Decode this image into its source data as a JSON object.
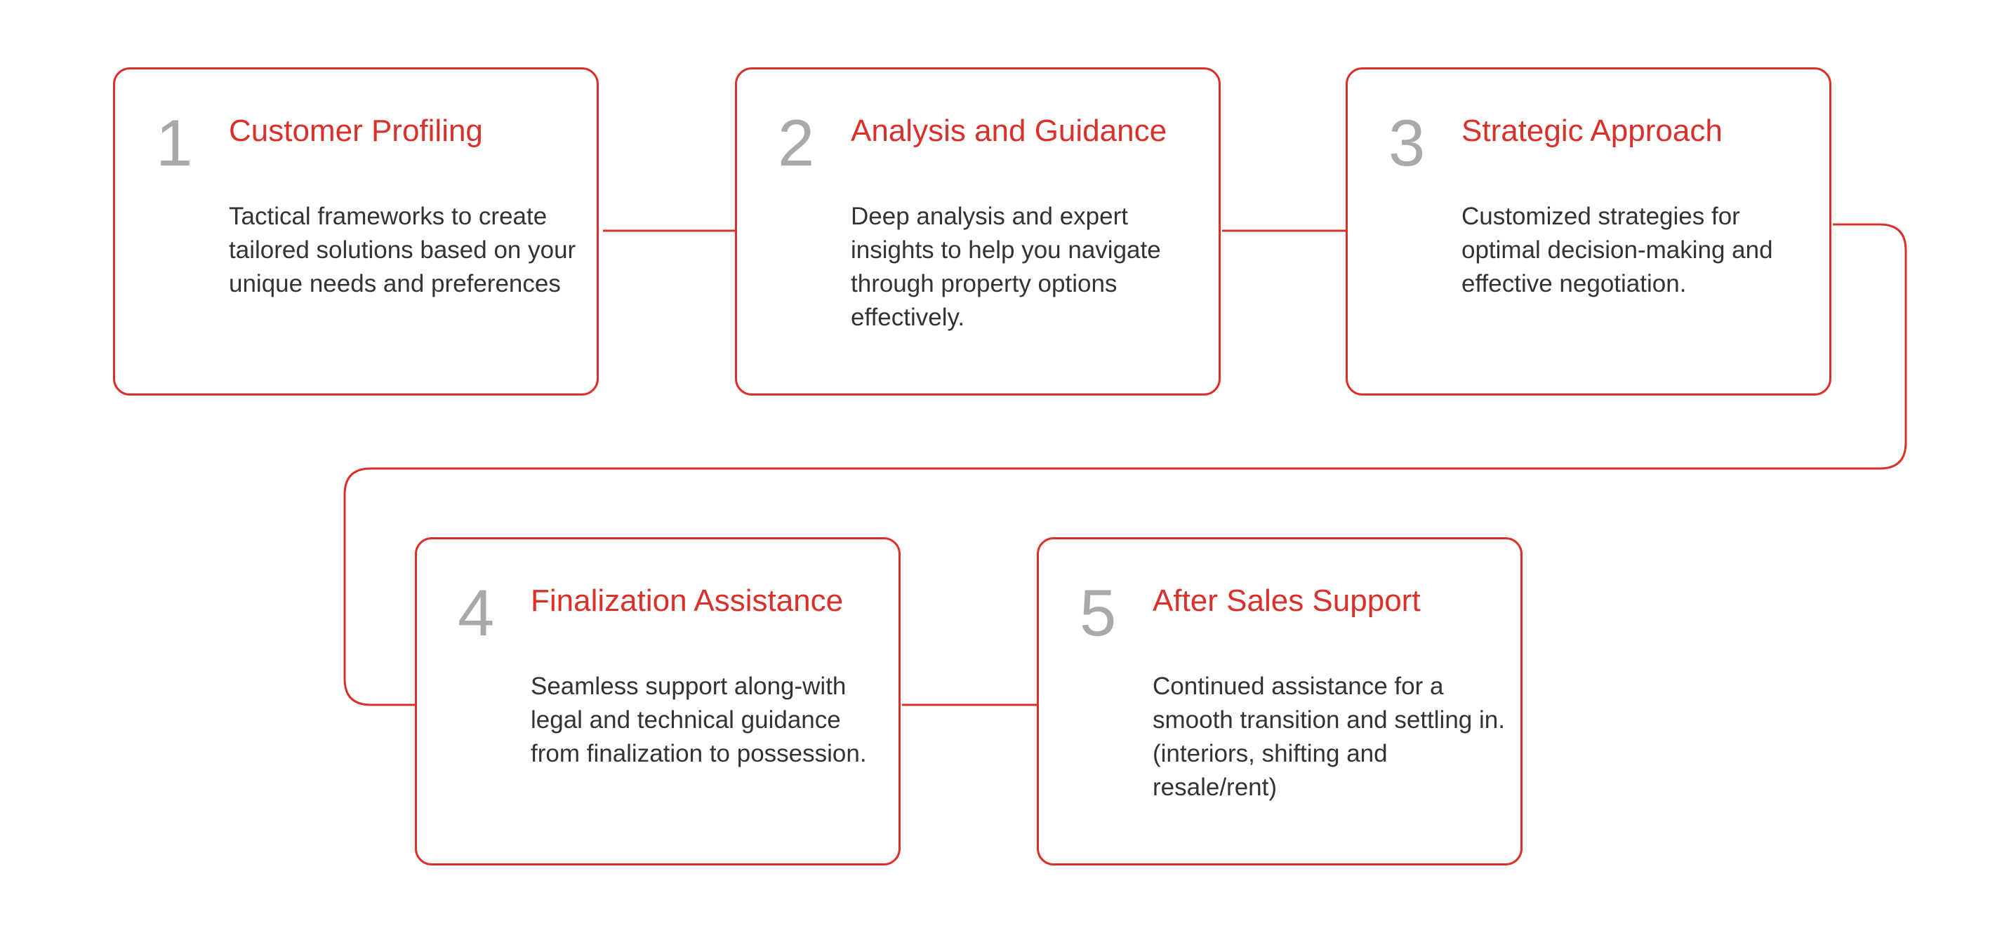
{
  "colors": {
    "accent": "#d9302a",
    "number": "#a9a9a9",
    "text": "#333333",
    "background": "#ffffff"
  },
  "steps": [
    {
      "number": "1",
      "title": "Customer Profiling",
      "description": "Tactical frameworks to create tailored solutions based on your unique needs and preferences"
    },
    {
      "number": "2",
      "title": "Analysis and Guidance",
      "description": "Deep analysis and expert insights to help you navigate through property options effectively."
    },
    {
      "number": "3",
      "title": "Strategic Approach",
      "description": "Customized strategies for optimal decision-making and effective negotiation."
    },
    {
      "number": "4",
      "title": "Finalization Assistance",
      "description": "Seamless support along-with legal and technical guidance from finalization to possession."
    },
    {
      "number": "5",
      "title": "After Sales Support",
      "description": "Continued assistance for a smooth transition and settling in. (interiors, shifting and resale/rent)"
    }
  ]
}
